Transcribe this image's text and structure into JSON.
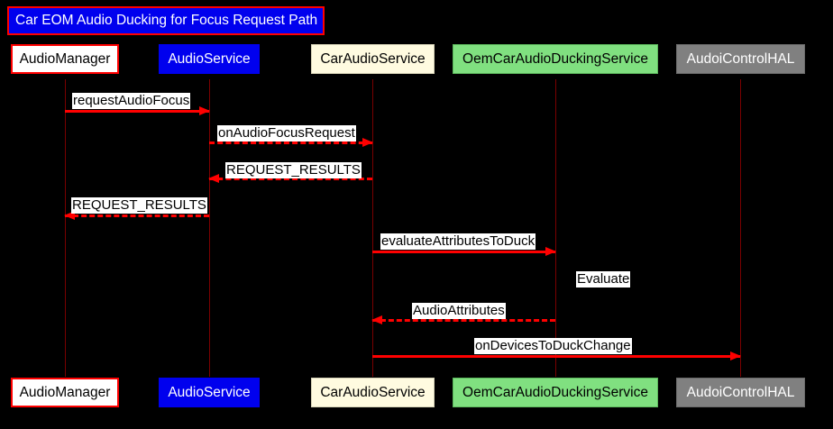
{
  "diagram": {
    "title": "Car EOM Audio Ducking for Focus Request Path",
    "background_color": "#000000",
    "accent_color": "#ff0000"
  },
  "participants": [
    {
      "name": "AudioManager",
      "fill": "#ffffff",
      "text_color": "#000000",
      "border": "#ff0000"
    },
    {
      "name": "AudioService",
      "fill": "#0000ee",
      "text_color": "#ffffff",
      "border": "#0000ee"
    },
    {
      "name": "CarAudioService",
      "fill": "#fffbe0",
      "text_color": "#000000",
      "border": "#d8d4b8"
    },
    {
      "name": "OemCarAudioDuckingService",
      "fill": "#80e080",
      "text_color": "#000000",
      "border": "#5cb85c"
    },
    {
      "name": "AudoiControlHAL",
      "fill": "#808080",
      "text_color": "#ffffff",
      "border": "#6a6a6a"
    }
  ],
  "messages": [
    {
      "label": "requestAudioFocus",
      "from": "AudioManager",
      "to": "AudioService",
      "style": "solid",
      "direction": "right"
    },
    {
      "label": "onAudioFocusRequest",
      "from": "AudioService",
      "to": "CarAudioService",
      "style": "dashed",
      "direction": "right"
    },
    {
      "label": "REQUEST_RESULTS",
      "from": "CarAudioService",
      "to": "AudioService",
      "style": "dashed",
      "direction": "left"
    },
    {
      "label": "REQUEST_RESULTS",
      "from": "AudioService",
      "to": "AudioManager",
      "style": "dashed",
      "direction": "left"
    },
    {
      "label": "evaluateAttributesToDuck",
      "from": "CarAudioService",
      "to": "OemCarAudioDuckingService",
      "style": "solid",
      "direction": "right"
    },
    {
      "label": "AudioAttributes",
      "from": "OemCarAudioDuckingService",
      "to": "CarAudioService",
      "style": "dashed",
      "direction": "left"
    },
    {
      "label": "onDevicesToDuckChange",
      "from": "CarAudioService",
      "to": "AudoiControlHAL",
      "style": "solid",
      "direction": "right"
    }
  ],
  "notes": [
    {
      "label": "Evaluate",
      "on": "OemCarAudioDuckingService"
    }
  ]
}
